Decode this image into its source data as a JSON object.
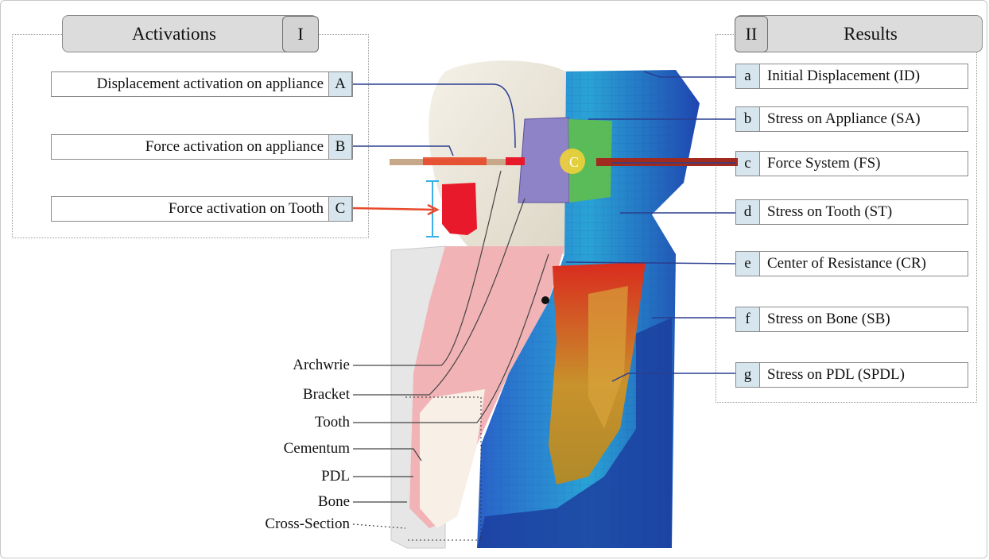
{
  "activations": {
    "title": "Activations",
    "numeral": "I",
    "items": [
      {
        "label": "Displacement activation on appliance",
        "letter": "A"
      },
      {
        "label": "Force activation on appliance",
        "letter": "B"
      },
      {
        "label": "Force activation on Tooth",
        "letter": "C"
      }
    ]
  },
  "results": {
    "title": "Results",
    "numeral": "II",
    "items": [
      {
        "letter": "a",
        "label": "Initial Displacement (ID)"
      },
      {
        "letter": "b",
        "label": "Stress on Appliance (SA)"
      },
      {
        "letter": "c",
        "label": "Force System (FS)"
      },
      {
        "letter": "d",
        "label": "Stress on Tooth (ST)"
      },
      {
        "letter": "e",
        "label": "Center of Resistance (CR)"
      },
      {
        "letter": "f",
        "label": "Stress on Bone (SB)"
      },
      {
        "letter": "g",
        "label": "Stress on PDL (SPDL)"
      }
    ]
  },
  "parts": [
    "Archwrie",
    "Bracket",
    "Tooth",
    "Cementum",
    "PDL",
    "Bone",
    "Cross-Section"
  ],
  "model_marker": "C",
  "colors": {
    "pill": "#dcdcdc",
    "letter_box": "#d7e6ee",
    "leader_blue": "#2b3f8f",
    "force_red": "#e8492a",
    "stress_blue": "#1f6fc4",
    "stress_red": "#d92b1e",
    "stress_orange": "#c8922c"
  }
}
